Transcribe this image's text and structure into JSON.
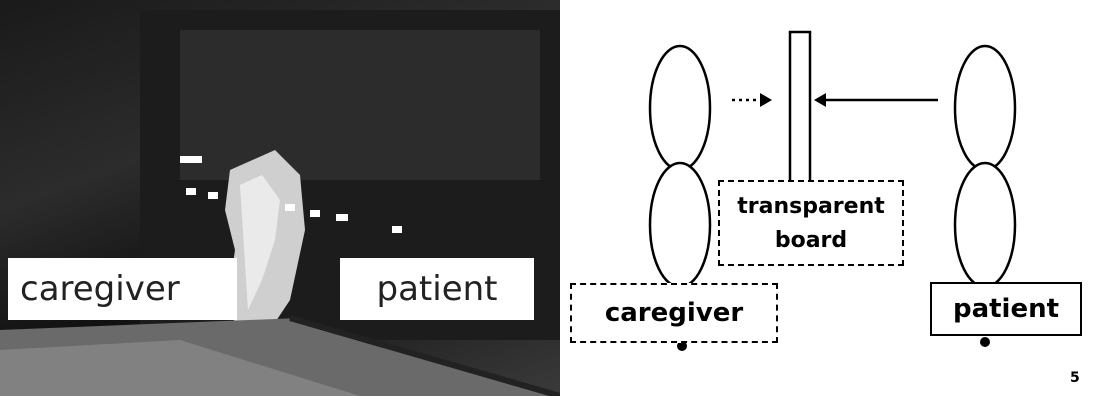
{
  "photo": {
    "labels": {
      "caregiver": "caregiver",
      "patient": "patient"
    }
  },
  "diagram": {
    "labels": {
      "caregiver": "caregiver",
      "board_line1": "transparent",
      "board_line2": "board",
      "patient": "patient"
    }
  },
  "page_number": "5"
}
